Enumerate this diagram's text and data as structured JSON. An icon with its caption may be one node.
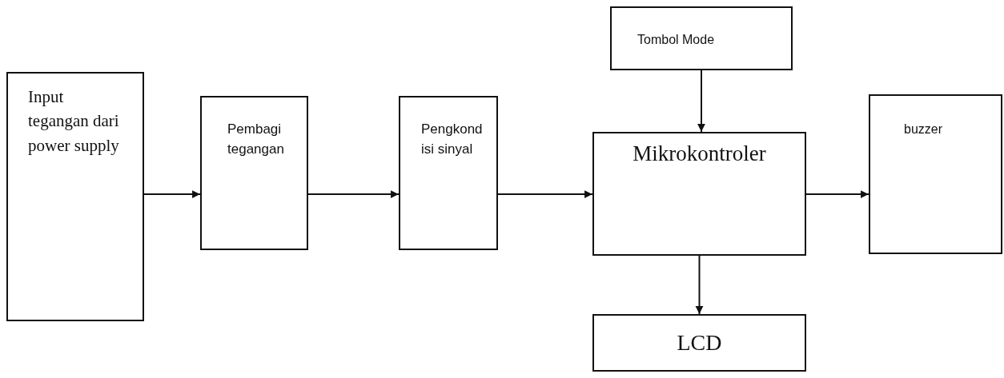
{
  "diagram": {
    "nodes": [
      {
        "text": [
          "Input tegangan dari power supply"
        ]
      },
      {
        "text": [
          "Pembagi tegangan"
        ]
      },
      {
        "text": [
          "Pengkond isi sinyal"
        ]
      },
      {
        "text": [
          "Tombol Mode"
        ]
      },
      {
        "text": [
          "Mikrokontroler"
        ]
      },
      {
        "text": [
          "buzzer"
        ]
      },
      {
        "text": [
          "LCD"
        ]
      }
    ],
    "edges": [
      {
        "from": 0,
        "to": 1,
        "arrow": "to"
      },
      {
        "from": 1,
        "to": 2,
        "arrow": "to"
      },
      {
        "from": 2,
        "to": 4,
        "arrow": "to"
      },
      {
        "from": 3,
        "to": 4,
        "arrow": "to"
      },
      {
        "from": 4,
        "to": 5,
        "arrow": "to"
      },
      {
        "from": 4,
        "to": 6,
        "arrow": "to"
      }
    ]
  }
}
